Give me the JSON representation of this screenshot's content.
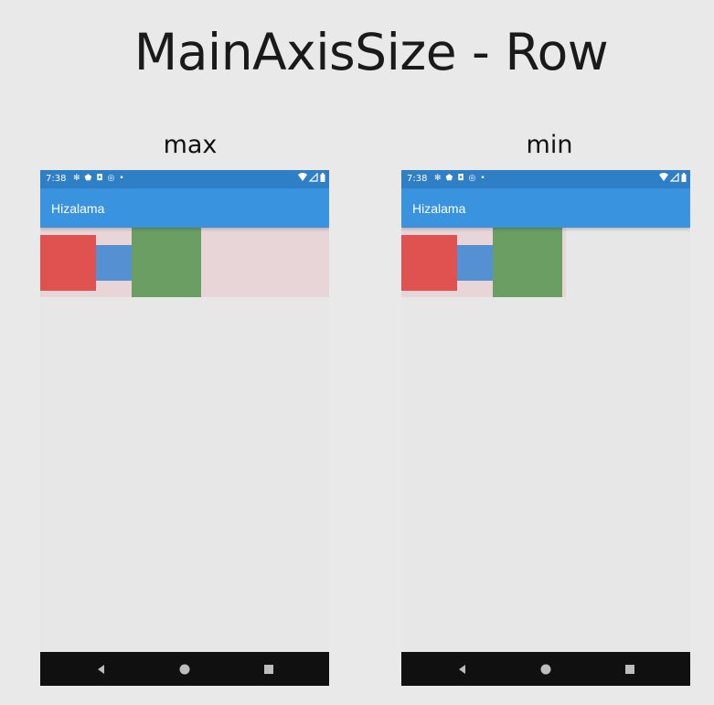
{
  "slide": {
    "title": "MainAxisSize - Row"
  },
  "panels": [
    {
      "label": "max",
      "main_axis_size": "max",
      "status_bar": {
        "time": "7:38",
        "color": "#2f7fc6"
      },
      "app_bar": {
        "title": "Hizalama",
        "color": "#3a93df"
      },
      "row_background": "#e8d5d8",
      "children": [
        {
          "name": "red-box",
          "color": "#e0524f"
        },
        {
          "name": "blue-box",
          "color": "#5591d2"
        },
        {
          "name": "green-box",
          "color": "#6b9e63"
        }
      ],
      "nav_bar": {
        "buttons": [
          "back-icon",
          "home-icon",
          "recent-apps-icon"
        ]
      }
    },
    {
      "label": "min",
      "main_axis_size": "min",
      "status_bar": {
        "time": "7:38",
        "color": "#2f7fc6"
      },
      "app_bar": {
        "title": "Hizalama",
        "color": "#3a93df"
      },
      "row_background": "#e8d5d8",
      "children": [
        {
          "name": "red-box",
          "color": "#e0524f"
        },
        {
          "name": "blue-box",
          "color": "#5591d2"
        },
        {
          "name": "green-box",
          "color": "#6b9e63"
        }
      ],
      "nav_bar": {
        "buttons": [
          "back-icon",
          "home-icon",
          "recent-apps-icon"
        ]
      }
    }
  ]
}
